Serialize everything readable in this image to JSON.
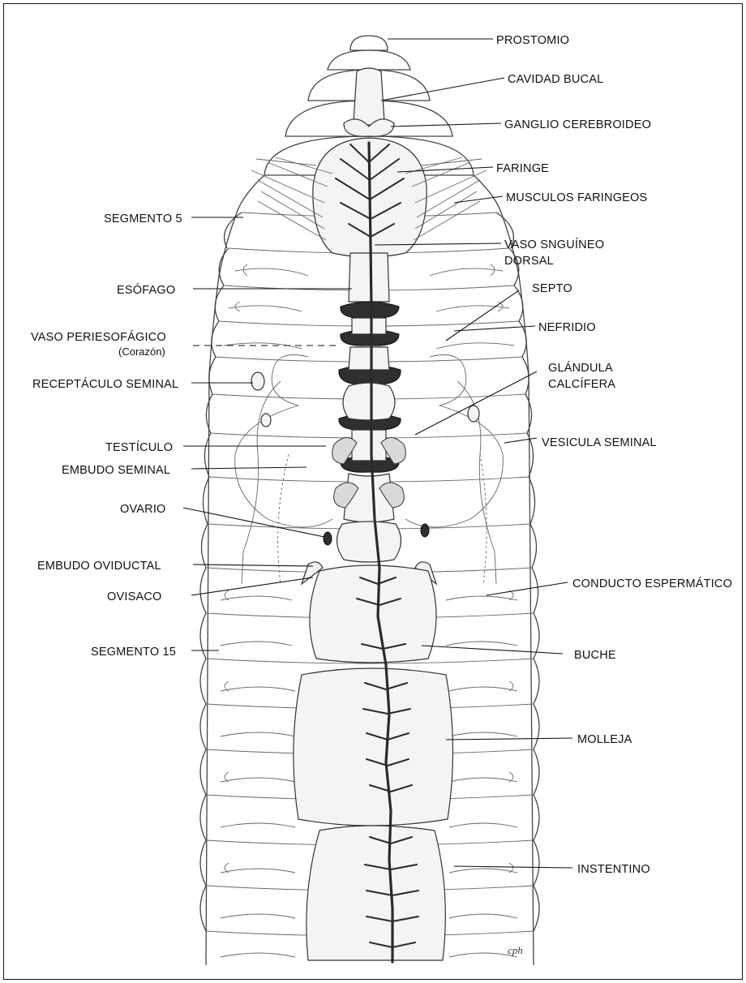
{
  "figure": {
    "signature": "cph",
    "labels": {
      "prostomio": "PROSTOMIO",
      "cavidad_bucal": "CAVIDAD BUCAL",
      "ganglio": "GANGLIO CEREBROIDEO",
      "faringe": "FARINGE",
      "musculos": "MUSCULOS FARINGEOS",
      "segmento5": "SEGMENTO 5",
      "vaso_dorsal_1": "VASO SNGUÍNEO",
      "vaso_dorsal_2": "DORSAL",
      "esofago": "ESÓFAGO",
      "septo": "SEPTO",
      "vaso_peri_1": "VASO PERIESOFÁGICO",
      "vaso_peri_2": "(Corazón)",
      "nefridio": "NEFRIDIO",
      "glandula_1": "GLÁNDULA",
      "glandula_2": "CALCÍFERA",
      "receptaculo": "RECEPTÁCULO SEMINAL",
      "testiculo": "TESTÍCULO",
      "vesicula": "VESICULA SEMINAL",
      "embudo_seminal": "EMBUDO SEMINAL",
      "ovario": "OVARIO",
      "embudo_oviductal": "EMBUDO OVIDUCTAL",
      "conducto": "CONDUCTO ESPERMÁTICO",
      "ovisaco": "OVISACO",
      "segmento15": "SEGMENTO 15",
      "buche": "BUCHE",
      "molleja": "MOLLEJA",
      "instentino": "INSTENTINO"
    }
  }
}
